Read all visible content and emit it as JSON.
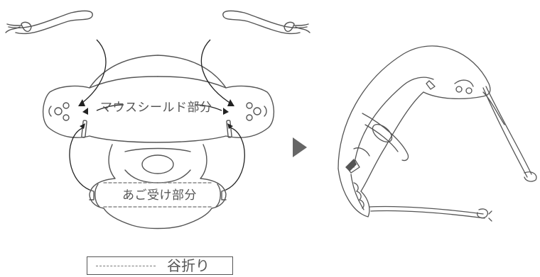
{
  "labels": {
    "mouth_shield": "マウスシールド部分",
    "chin_rest": "あご受け部分"
  },
  "legend": {
    "fold_label": "谷折り"
  },
  "icons": {
    "arrow": "right-triangle-arrow"
  },
  "colors": {
    "line": "#555555",
    "arrow_fill": "#666666"
  }
}
